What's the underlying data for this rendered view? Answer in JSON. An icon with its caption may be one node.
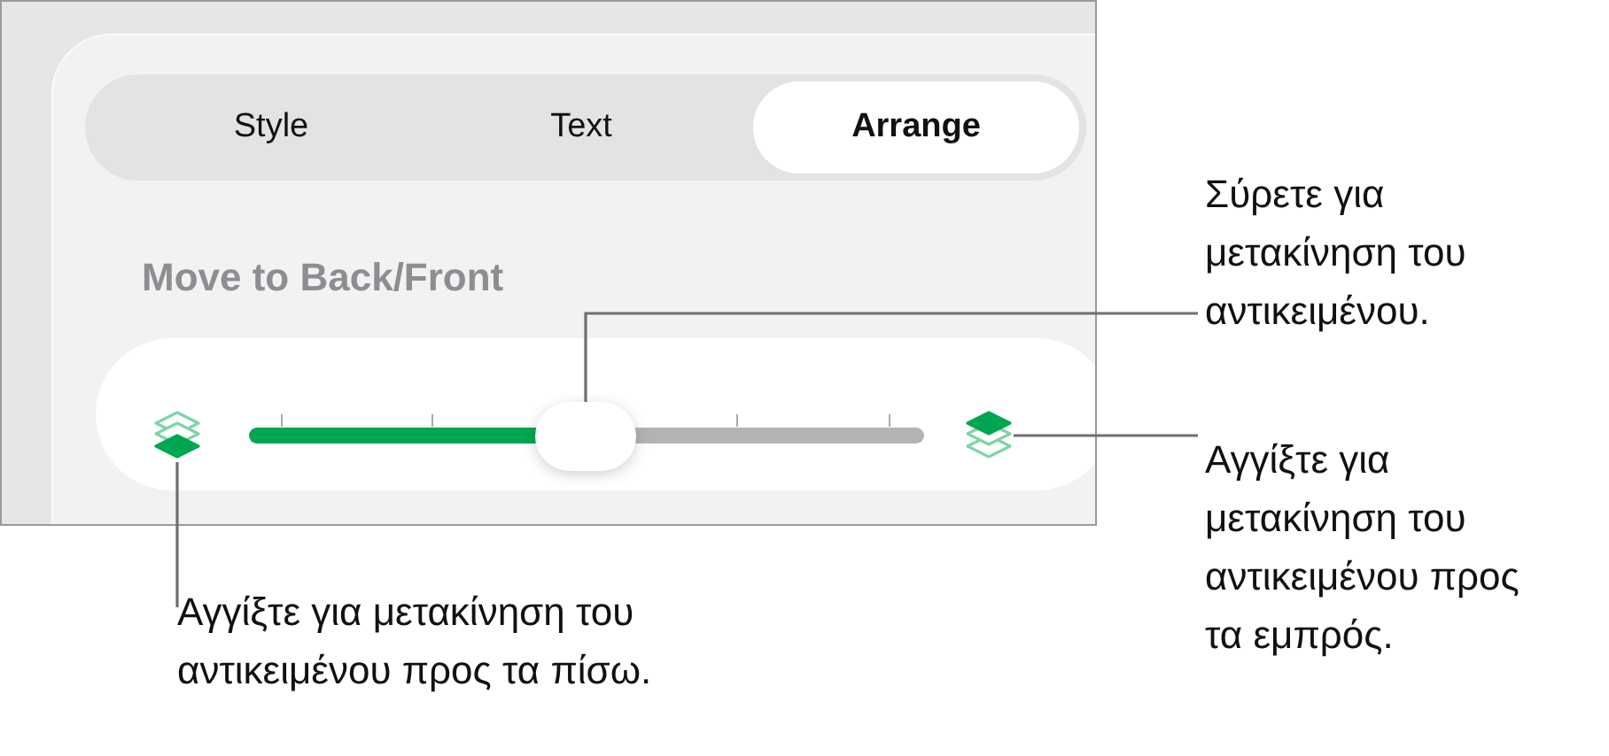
{
  "diagram": {
    "nodes": [
      {
        "text": [
          "Σύρετε για μετακίνηση του αντικειμένου."
        ]
      },
      {
        "text": [],
        "shape": "box"
      },
      {
        "text": [
          "Αγγίξτε για μετακίνηση του αντικειμένου προς τα εμπρός."
        ]
      },
      {
        "text": [],
        "shape": "picture"
      },
      {
        "text": [],
        "shape": "picture"
      },
      {
        "text": [
          "Αγγίξτε για μετακίνηση του αντικειμένου προς τα πίσω."
        ]
      }
    ],
    "edges": [
      {
        "from": 0,
        "to": 1,
        "arrow": "none"
      },
      {
        "from": 2,
        "to": 4,
        "arrow": "none"
      },
      {
        "from": 5,
        "to": 3,
        "arrow": "none"
      }
    ],
    "labels": [
      "Style",
      "Text",
      "Arrange",
      "Move to Back/Front"
    ]
  }
}
